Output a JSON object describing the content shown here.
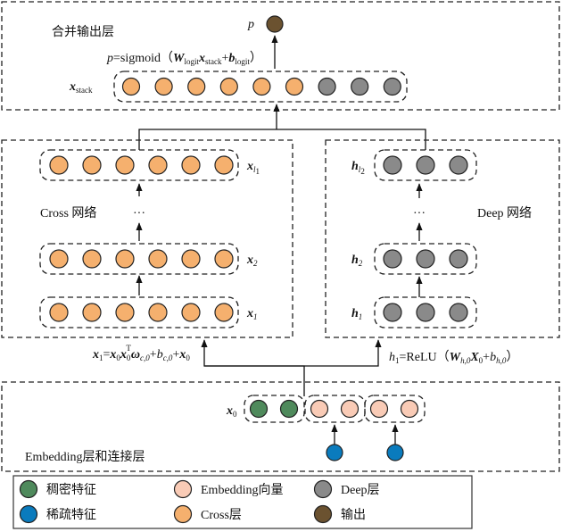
{
  "colors": {
    "dense": "#4f8a5c",
    "sparse": "#0a7bbd",
    "embedding": "#f9cbb6",
    "cross": "#f5b06e",
    "deep": "#8a8a8a",
    "output": "#6b5230"
  },
  "output_layer": {
    "title": "合并输出层",
    "p_label": "p",
    "formula": {
      "p": "p",
      "eq": "=sigmoid（",
      "W": "W",
      "W_sub": "logit",
      "x": "x",
      "x_sub": "stack",
      "plus": "+",
      "b": "b",
      "b_sub": "logit",
      "close": "）"
    },
    "x_stack_label": "x",
    "x_stack_sub": "stack",
    "x_stack_nodes": [
      "cross",
      "cross",
      "cross",
      "cross",
      "cross",
      "cross",
      "deep",
      "deep",
      "deep"
    ]
  },
  "cross_network": {
    "title": "Cross 网络",
    "ellipsis": "···",
    "layers": [
      {
        "label": "x",
        "sub": "l",
        "sub2": "1",
        "nodes": 6
      },
      {
        "label": "x",
        "sub": "2",
        "nodes": 6
      },
      {
        "label": "x",
        "sub": "1",
        "nodes": 6
      }
    ],
    "formula": {
      "x1": "x",
      "x1_sub": "1",
      "eq": "=",
      "x0a": "x",
      "x0a_sub": "0",
      "x0b": "x",
      "x0b_sub": "0",
      "x0b_sup": "T",
      "w": "ω",
      "w_sub": "c,0",
      "plus1": "+",
      "b": "b",
      "b_sub": "c,0",
      "plus2": "+",
      "x0c": "x",
      "x0c_sub": "0"
    }
  },
  "deep_network": {
    "title": "Deep 网络",
    "ellipsis": "···",
    "layers": [
      {
        "label": "h",
        "sub": "l",
        "sub2": "2",
        "nodes": 3
      },
      {
        "label": "h",
        "sub": "2",
        "nodes": 3
      },
      {
        "label": "h",
        "sub": "1",
        "nodes": 3
      }
    ],
    "formula": {
      "h": "h",
      "h_sub": "1",
      "eq": "=ReLU（",
      "W": "W",
      "W_sub": "h,0",
      "X": "X",
      "X_sub": "0",
      "plus": "+",
      "b": "b",
      "b_sub": "h,0",
      "close": "）"
    }
  },
  "embedding_layer": {
    "title": "Embedding层和连接层",
    "x0_label": "x",
    "x0_sub": "0",
    "groups": [
      {
        "type": "dense",
        "nodes": 2
      },
      {
        "type": "embedding",
        "nodes": 2
      },
      {
        "type": "embedding",
        "nodes": 2
      }
    ],
    "sparse_inputs": 2
  },
  "legend": {
    "items": [
      {
        "key": "dense",
        "label": "稠密特征"
      },
      {
        "key": "embedding",
        "label": "Embedding向量"
      },
      {
        "key": "deep",
        "label": "Deep层"
      },
      {
        "key": "sparse",
        "label": "稀疏特征"
      },
      {
        "key": "cross",
        "label": "Cross层"
      },
      {
        "key": "output",
        "label": "输出"
      }
    ]
  }
}
